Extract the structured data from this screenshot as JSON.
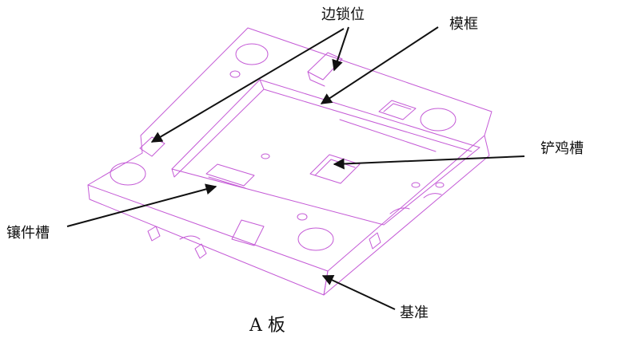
{
  "labels": {
    "edge_lock": "边锁位",
    "mold_frame": "模框",
    "shovel_slot": "铲鸡槽",
    "insert_slot": "镶件槽",
    "datum": "基准"
  },
  "caption": "A 板",
  "colors": {
    "drawing": "#c45ad6",
    "arrow": "#111111",
    "text": "#111111"
  }
}
